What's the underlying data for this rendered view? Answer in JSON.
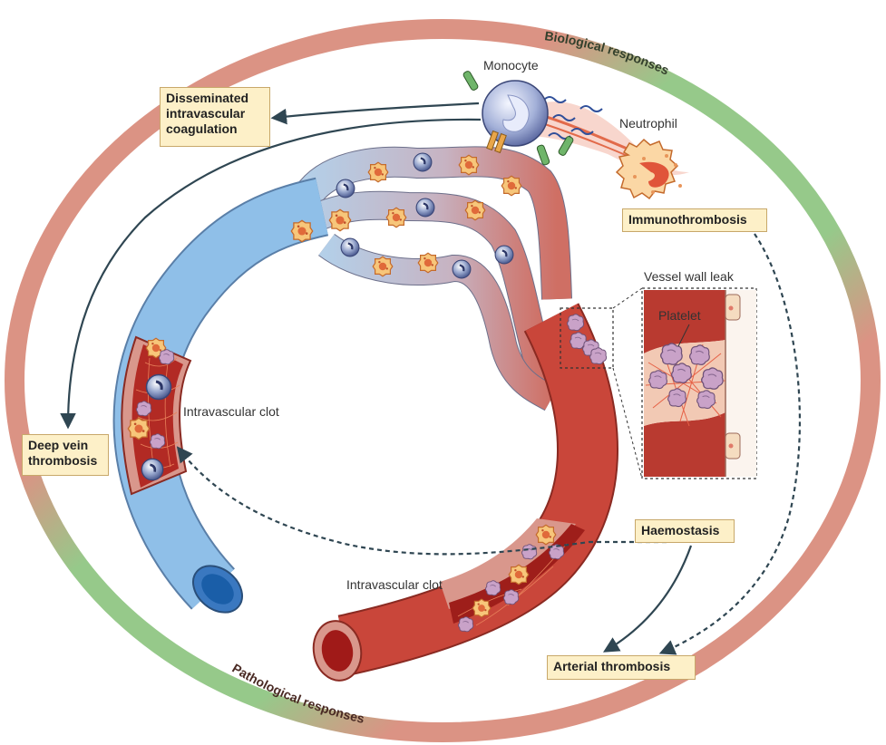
{
  "ring": {
    "top_label": "Biological responses",
    "bottom_label": "Pathological responses",
    "pathological_color": "#db9384",
    "biological_color": "#96c98a"
  },
  "boxes": {
    "dic": "Disseminated\nintravascular\ncoagulation",
    "dvt": "Deep vein\nthrombosis",
    "immunothrombosis": "Immunothrombosis",
    "haemostasis": "Haemostasis",
    "arterial": "Arterial thrombosis"
  },
  "labels": {
    "monocyte": "Monocyte",
    "neutrophil": "Neutrophil",
    "vessel_wall_leak": "Vessel wall leak",
    "platelet": "Platelet",
    "clot_vein": "Intravascular clot",
    "clot_artery": "Intravascular clot"
  },
  "colors": {
    "vein": "#8fbfe8",
    "artery": "#c9463a",
    "box_fill": "#fdf0c8",
    "arrow": "#2f4652"
  }
}
